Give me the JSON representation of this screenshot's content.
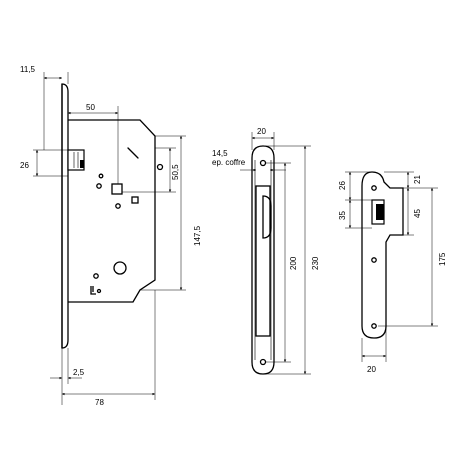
{
  "lock_body": {
    "dim_faceplate_offset": "11,5",
    "dim_backset": "50",
    "dim_faceplate_height_top": "26",
    "dim_lever_center": "50,5",
    "dim_total_height": "147,5",
    "dim_faceplate_thickness": "2,5",
    "dim_total_width": "78"
  },
  "faceplate": {
    "dim_width": "20",
    "dim_case_depth": "14,5",
    "dim_case_depth_note": "ep. coffre",
    "dim_inner_height": "200",
    "dim_total_height": "230"
  },
  "strike_plate": {
    "dim_top_offset": "26",
    "dim_opening_top": "21",
    "dim_latch_height": "35",
    "dim_opening_height": "45",
    "dim_total_height": "175",
    "dim_width": "20"
  }
}
